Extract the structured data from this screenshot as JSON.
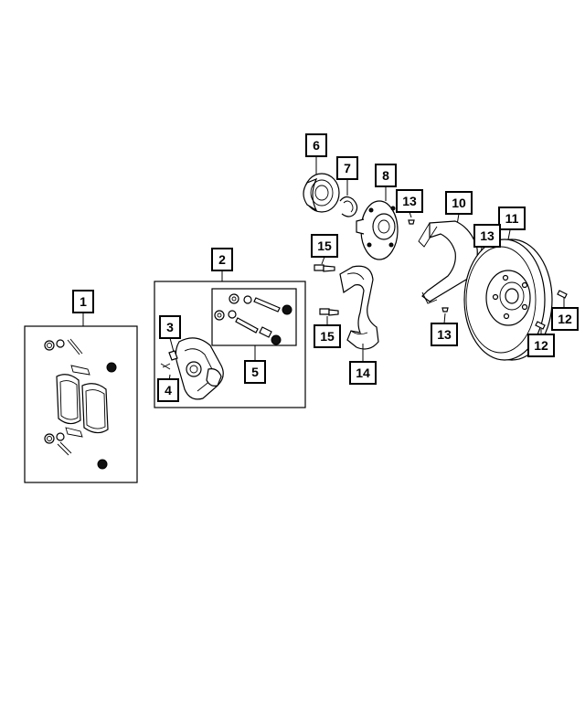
{
  "diagram": {
    "callouts": {
      "c1": "1",
      "c2": "2",
      "c3": "3",
      "c4": "4",
      "c5": "5",
      "c6": "6",
      "c7": "7",
      "c8": "8",
      "c9": "13",
      "c10": "10",
      "c11": "11",
      "c12a": "12",
      "c12b": "12",
      "c13a": "13",
      "c13b": "13",
      "c14": "14",
      "c15a": "15",
      "c15b": "15"
    }
  }
}
